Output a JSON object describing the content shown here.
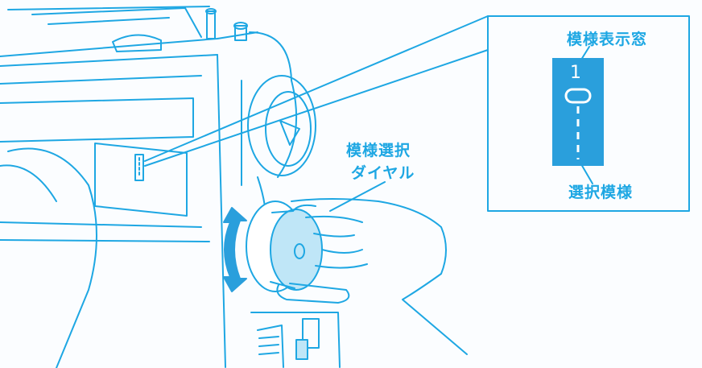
{
  "labels": {
    "pattern_window": "模様表示窓",
    "dial_line1": "模様選択",
    "dial_line2": "ダイヤル",
    "selected_pattern": "選択模様"
  },
  "window_number": "1",
  "colors": {
    "line": "#1ea7e3",
    "fill_light": "#bfe6f7",
    "fill_dark": "#2a9fdc",
    "background": "#fbfdff"
  }
}
